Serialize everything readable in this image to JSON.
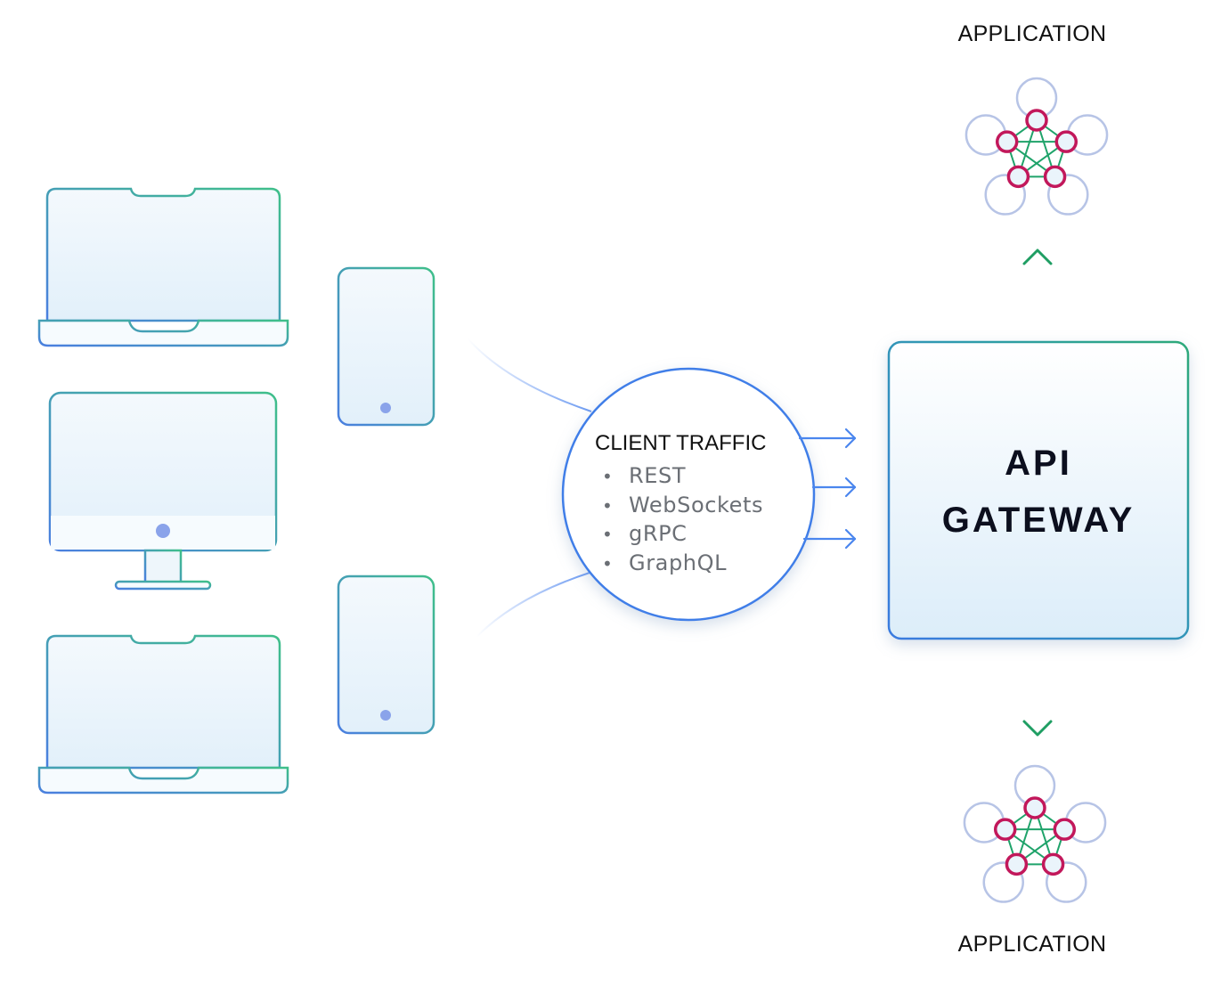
{
  "diagram": {
    "title": "API Gateway architecture",
    "colors": {
      "device_stroke_start": "#4a7fe0",
      "device_stroke_end": "#3fbf8a",
      "device_fill": "#eaf4fb",
      "connector": "#5a8ef0",
      "traffic_circle_stroke": "#3f7ee8",
      "gateway_stroke_start": "#3a7ae0",
      "gateway_stroke_end": "#2faa7a",
      "app_arrow": "#1f9e63",
      "app_node_outer": "#b7c4e6",
      "app_node_inner": "#c2185b",
      "app_mesh": "#1fa36a"
    },
    "clients": [
      {
        "type": "laptop",
        "label": "laptop"
      },
      {
        "type": "desktop",
        "label": "desktop"
      },
      {
        "type": "laptop",
        "label": "laptop"
      },
      {
        "type": "phone",
        "label": "phone"
      },
      {
        "type": "phone",
        "label": "phone"
      }
    ],
    "client_traffic": {
      "title": "CLIENT TRAFFIC",
      "protocols": [
        "REST",
        "WebSockets",
        "gRPC",
        "GraphQL"
      ],
      "bullet": "•"
    },
    "gateway": {
      "line1": "API",
      "line2": "GATEWAY"
    },
    "applications": {
      "top_label": "APPLICATION",
      "bottom_label": "APPLICATION"
    }
  }
}
